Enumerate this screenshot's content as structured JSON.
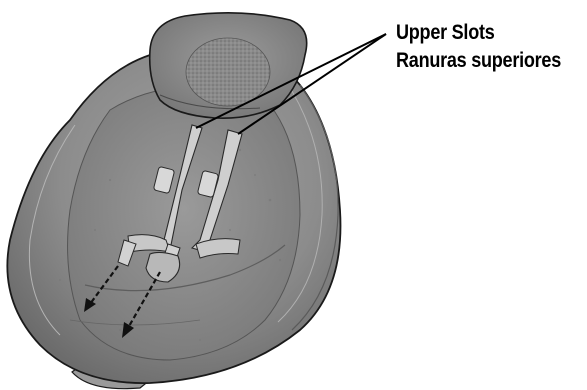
{
  "callout": {
    "label_en": "Upper Slots",
    "label_es": "Ranuras superiores"
  },
  "colors": {
    "seat_fabric": "#8a8a8a",
    "seat_fabric_dark": "#6f6f6f",
    "seat_fabric_light": "#a6a6a6",
    "harness_strap": "#c9c9c9",
    "outline": "#1a1a1a",
    "leader_line": "#000000",
    "background": "#ffffff"
  },
  "icons": [
    "seat-illustration",
    "dashed-arrow-icon"
  ]
}
